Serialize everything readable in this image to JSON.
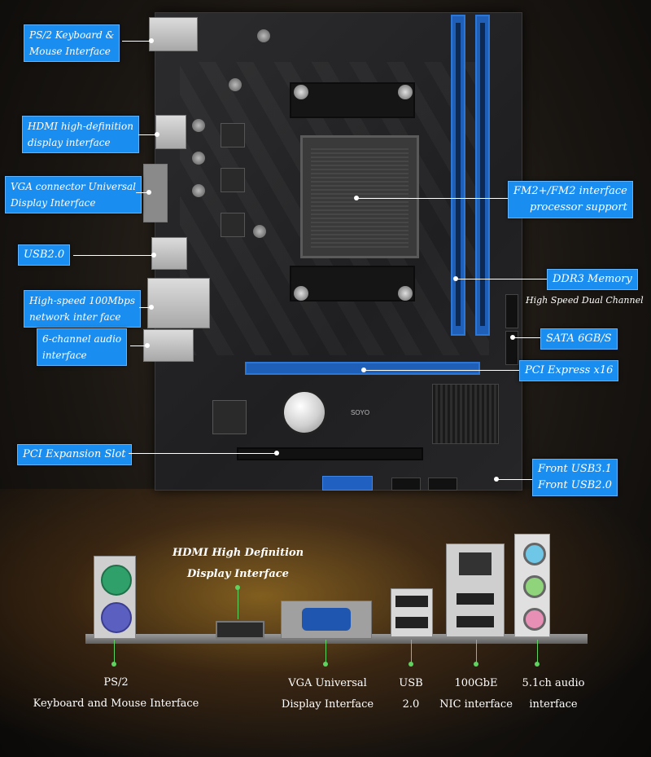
{
  "callouts": {
    "ps2": "PS/2 Keyboard &\nMouse Interface",
    "hdmi": "HDMI high-definition\ndisplay interface",
    "vga": "VGA connector Universal\nDisplay Interface",
    "usb2": "USB2.0",
    "lan": "High-speed 100Mbps\nnetwork inter face",
    "audio": "6-channel audio\ninterface",
    "pci": "PCI Expansion Slot",
    "cpu": "FM2+/FM2 interface\nprocessor support",
    "ddr3": "DDR3 Memory",
    "ddr3_sub": "High Speed Dual Channel",
    "sata": "SATA 6GB/S",
    "pcie": "PCI Express x16",
    "front_usb": "Front USB3.1\nFront USB2.0"
  },
  "board": {
    "brand": "SOYO"
  },
  "io_panel": {
    "hdmi_title": "HDMI High Definition\nDisplay Interface",
    "ps2": "PS/2\nKeyboard and Mouse Interface",
    "vga": "VGA Universal\nDisplay Interface",
    "usb": "USB\n2.0",
    "nic": "100GbE\nNIC interface",
    "audio": "5.1ch audio\ninterface"
  },
  "colors": {
    "label_bg": "#1a8ef0",
    "slot_blue": "#1f5fb8",
    "pointer_green": "#5fd35f"
  }
}
